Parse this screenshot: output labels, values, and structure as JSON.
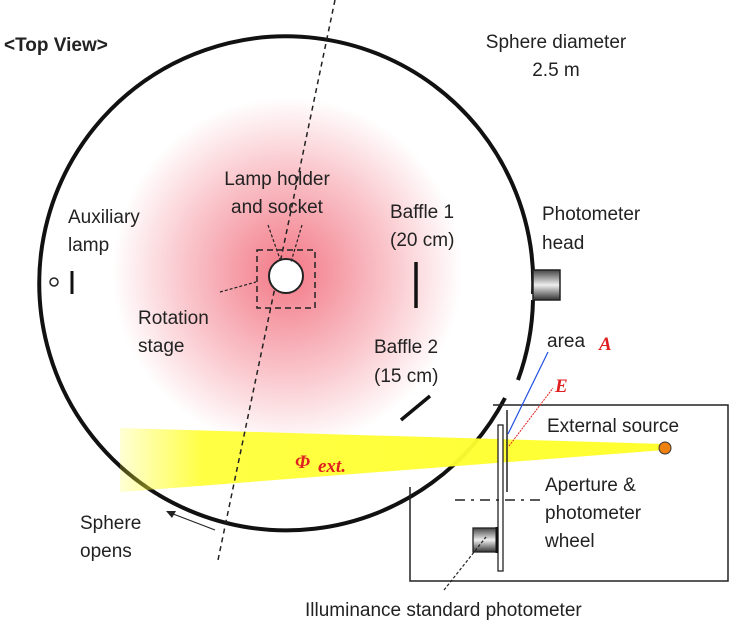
{
  "title": "<Top View>",
  "sphere": {
    "line1": "Sphere diameter",
    "line2": "2.5 m"
  },
  "labels": {
    "lamp_holder_1": "Lamp holder",
    "lamp_holder_2": "and socket",
    "aux_1": "Auxiliary",
    "aux_2": "lamp",
    "rotation_1": "Rotation",
    "rotation_2": "stage",
    "baffle1_1": "Baffle 1",
    "baffle1_2": "(20 cm)",
    "baffle2_1": "Baffle 2",
    "baffle2_2": "(15 cm)",
    "photometer_1": "Photometer",
    "photometer_2": "head",
    "area": "area",
    "area_symbol": "A",
    "e_symbol": "E",
    "phi_symbol": "Φ",
    "phi_sub": "ext.",
    "external_source": "External source",
    "aperture_1": "Aperture &",
    "aperture_2": "photometer",
    "aperture_3": "wheel",
    "opens_1": "Sphere",
    "opens_2": "opens",
    "illuminance": "Illuminance standard photometer"
  },
  "colors": {
    "beam": "#ffff30",
    "glow": "#f06070",
    "source": "#f08010",
    "symbol": "#e02020",
    "area_line": "#2050e0"
  }
}
